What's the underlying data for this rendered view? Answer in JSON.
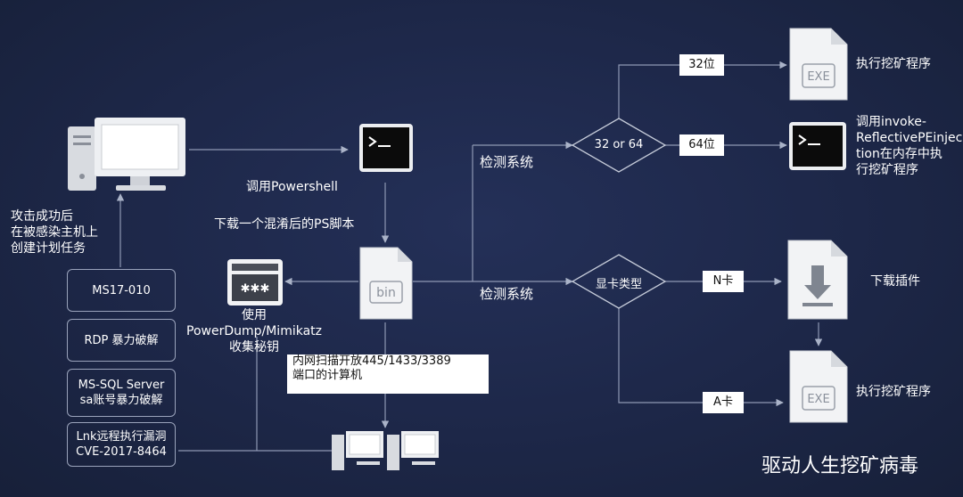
{
  "title": "驱动人生挖矿病毒",
  "left": {
    "note_lines": [
      "攻击成功后",
      "在被感染主机上",
      "创建计划任务"
    ],
    "vectors": [
      "MS17-010",
      "RDP 暴力破解",
      "MS-SQL Server",
      "sa账号暴力破解",
      "Lnk远程执行漏洞",
      "CVE-2017-8464"
    ]
  },
  "center": {
    "call_powershell": "调用Powershell",
    "download_script": "下载一个混淆后的PS脚本",
    "powerdump_lines": [
      "使用",
      "PowerDump/Mimikatz",
      "收集秘钥"
    ],
    "scan_lines": [
      "内网扫描开放445/1433/3389",
      "端口的计算机"
    ]
  },
  "nodes": {
    "bin_label": "bin",
    "exe_label": "EXE"
  },
  "right": {
    "detect_system": "检测系统",
    "bitness_decision": "32 or 64",
    "gpu_decision": "显卡类型",
    "bit32": "32位",
    "bit64": "64位",
    "nvidia": "N卡",
    "amd": "A卡",
    "run_miner": "执行挖矿程序",
    "reflective_lines": [
      "调用invoke-",
      "ReflectivePEinjec",
      "tion在内存中执",
      "行挖矿程序"
    ],
    "download_plugin": "下载插件"
  }
}
